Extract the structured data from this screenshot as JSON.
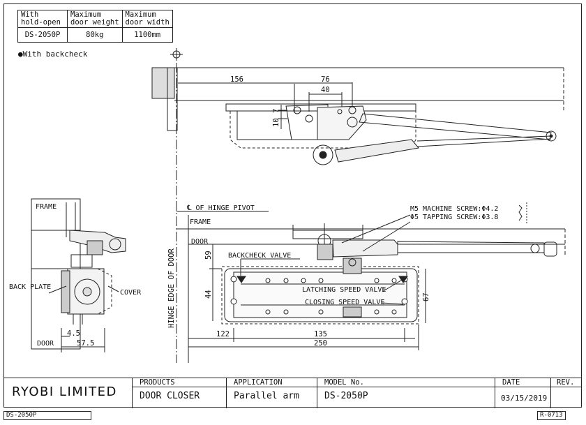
{
  "spec_table": {
    "headers": [
      "With\nhold-open",
      "Maximum\ndoor weight",
      "Maximum\ndoor width"
    ],
    "row": [
      "DS-2050P",
      "80kg",
      "1100mm"
    ]
  },
  "note": "With backcheck",
  "labels": {
    "frame_left": "FRAME",
    "back_plate": "BACK PLATE",
    "cover": "COVER",
    "door_left": "DOOR",
    "hinge_pivot": "℄ OF HINGE PIVOT",
    "frame_front": "FRAME",
    "door_front": "DOOR",
    "backcheck_valve": "BACKCHECK VALVE",
    "latching_valve": "LATCHING SPEED VALVE",
    "closing_valve": "CLOSING SPEED VALVE",
    "machine_screw": "M5 MACHINE SCREW:Φ4.2",
    "tapping_screw": "Φ5 TAPPING SCREW:Φ3.8",
    "hinge_edge": "HINGE EDGE OF DOOR"
  },
  "dimensions": {
    "d156": "156",
    "d76": "76",
    "d40": "40",
    "d7": "7",
    "d10": "10",
    "d4_5": "4.5",
    "d57_5": "57.5",
    "d59": "59",
    "d44": "44",
    "d67": "67",
    "d122": "122",
    "d135": "135",
    "d250": "250"
  },
  "title_block": {
    "company": "RYOBI LIMITED",
    "products_label": "PRODUCTS",
    "products_value": "DOOR CLOSER",
    "application_label": "APPLICATION",
    "application_value": "Parallel arm",
    "model_label": "MODEL No.",
    "model_value": "DS-2050P",
    "date_label": "DATE",
    "date_value": "03/15/2019",
    "rev_label": "REV."
  },
  "footer": {
    "left": "DS-2050P",
    "right": "R-0713"
  }
}
